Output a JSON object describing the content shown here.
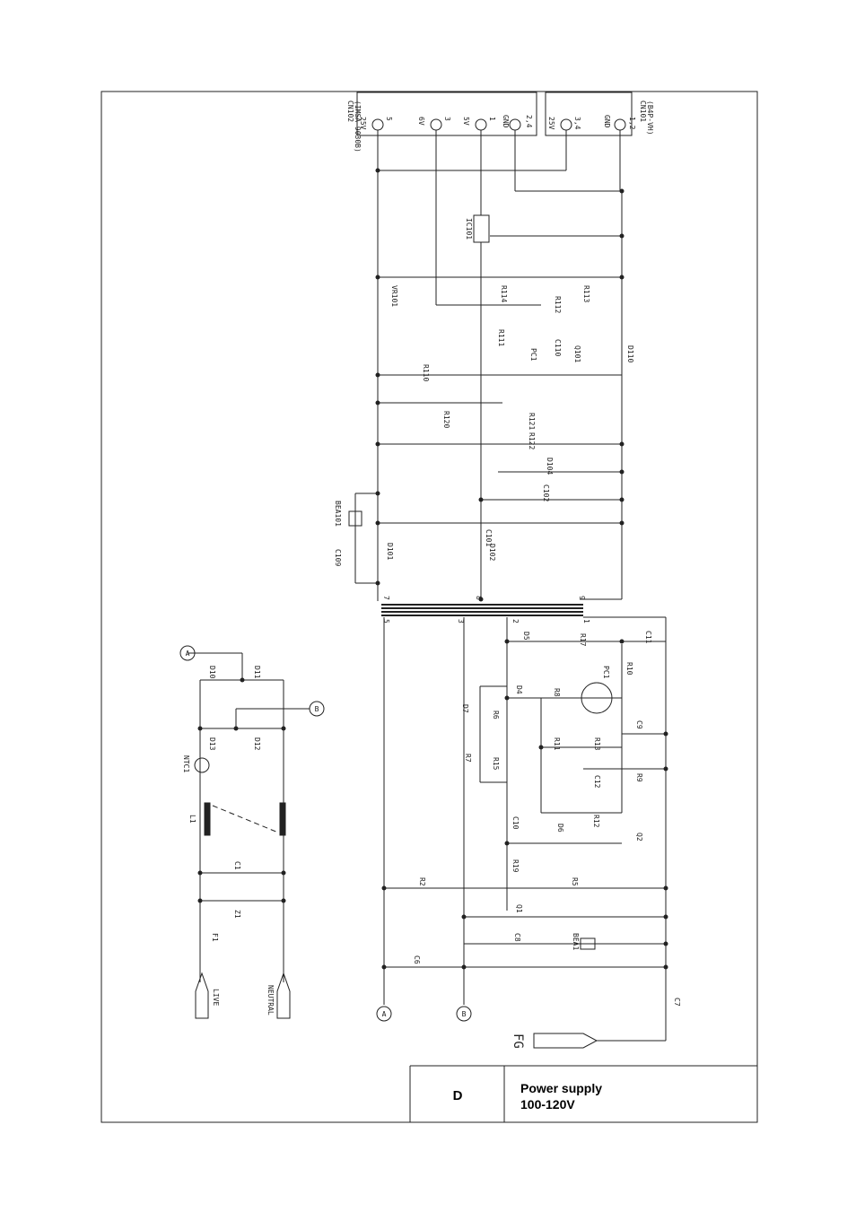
{
  "title_block": {
    "sheet_letter": "D",
    "title_line1": "Power supply",
    "title_line2": "100-120V"
  },
  "connectors": {
    "cn102_name": "CN102",
    "cn102_part": "(IMSA-9030B)",
    "cn101_name": "CN101",
    "cn101_part": "(B4P-VH)",
    "cn102_pins": [
      {
        "signal": "25V",
        "pin": "5"
      },
      {
        "signal": "6V",
        "pin": "3"
      },
      {
        "signal": "5V",
        "pin": "1"
      },
      {
        "signal": "GND",
        "pin": "2,4"
      }
    ],
    "cn101_pins": [
      {
        "signal": "25V",
        "pin": "3,4"
      },
      {
        "signal": "GND",
        "pin": "1,2"
      }
    ]
  },
  "secondary_labels": {
    "ic101": "IC101",
    "vr101": "VR101",
    "r114": "R114",
    "r113": "R113",
    "r112": "R112",
    "r111": "R111",
    "pc1_sec": "PC1",
    "c110": "C110",
    "q101": "Q101",
    "d110": "D110",
    "r110": "R110",
    "r120": "R120",
    "r121": "R121",
    "r122": "R122",
    "d104": "D104",
    "c102": "C102",
    "c101": "C101",
    "bea101": "BEA101",
    "c109": "C109",
    "d101": "D101",
    "d102": "D102"
  },
  "transformer_pins": {
    "p7": "7",
    "p8": "8",
    "p9": "9",
    "p5": "5",
    "p3": "3",
    "p2": "2",
    "p1": "1"
  },
  "primary_labels": {
    "d5": "D5",
    "r17": "R17",
    "c11": "C11",
    "r10": "R10",
    "pc1": "PC1",
    "d4": "D4",
    "r8": "R8",
    "d7": "D7",
    "r6": "R6",
    "r7": "R7",
    "r15": "R15",
    "r11": "R11",
    "r13": "R13",
    "c9": "C9",
    "r9": "R9",
    "c12": "C12",
    "d6": "D6",
    "r12": "R12",
    "c10": "C10",
    "q2": "Q2",
    "r19": "R19",
    "r2": "R2",
    "r5": "R5",
    "q1": "Q1",
    "c8": "C8",
    "bea1": "BEA1",
    "c6": "C6",
    "c7": "C7",
    "fg": "FG"
  },
  "input_labels": {
    "live": "LIVE",
    "neutral": "NEUTRAL",
    "f1": "F1",
    "z1": "Z1",
    "c1": "C1",
    "l1": "L1",
    "ntc1": "NTC1",
    "d10": "D10",
    "d11": "D11",
    "d12": "D12",
    "d13": "D13"
  },
  "node_markers": {
    "a": "A",
    "b": "B"
  }
}
